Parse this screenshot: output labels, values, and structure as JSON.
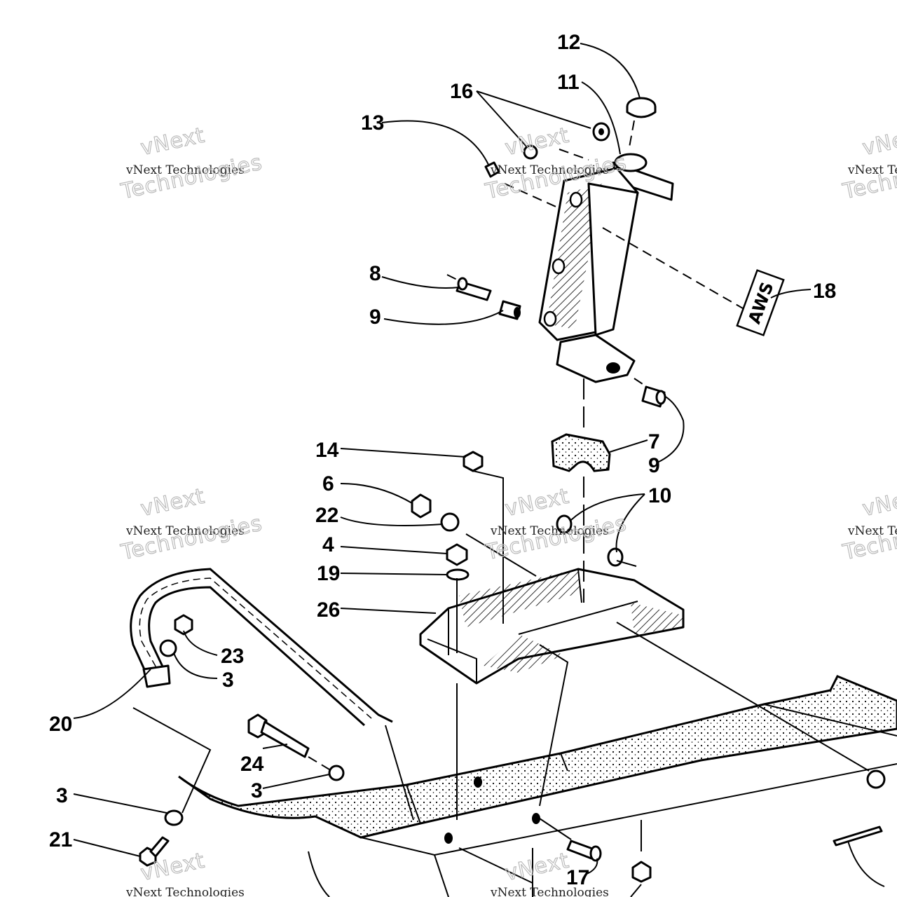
{
  "callouts": {
    "c12": "12",
    "c11": "11",
    "c16": "16",
    "c13": "13",
    "c8": "8",
    "c9a": "9",
    "c18": "18",
    "c7": "7",
    "c9b": "9",
    "c14": "14",
    "c6": "6",
    "c10": "10",
    "c22": "22",
    "c4": "4",
    "c19": "19",
    "c26": "26",
    "c23": "23",
    "c3a": "3",
    "c20": "20",
    "c24": "24",
    "c3b": "3",
    "c3c": "3",
    "c21": "21",
    "c17": "17"
  },
  "decal_text": "AWS",
  "watermark": {
    "small": "vNext Technologies",
    "big_top": "vNext",
    "big_bottom": "Technologies"
  }
}
